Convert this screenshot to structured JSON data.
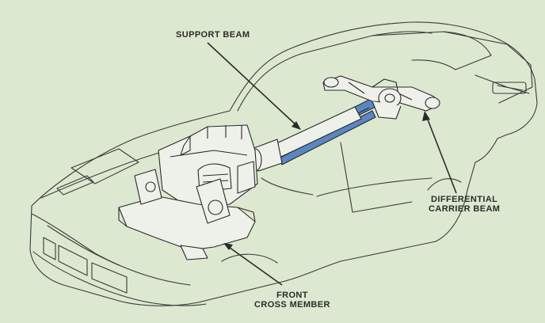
{
  "labels": {
    "support_beam": "SUPPORT BEAM",
    "differential_line1": "DIFFERENTIAL",
    "differential_line2": "CARRIER BEAM",
    "front_line1": "FRONT",
    "front_line2": "CROSS MEMBER"
  },
  "colors": {
    "background": "#dde8d0",
    "outline": "#3a3a3a",
    "highlight": "#5b86c4",
    "parts": "#eef1ea"
  }
}
